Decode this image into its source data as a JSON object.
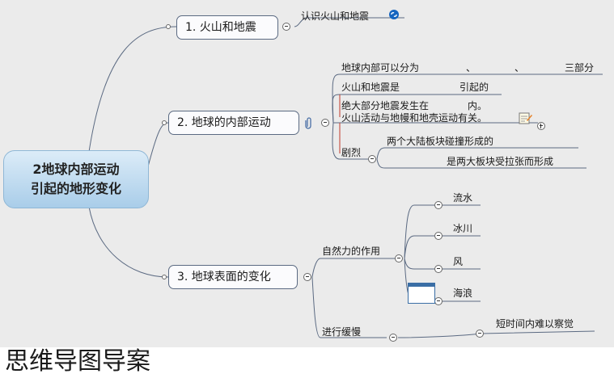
{
  "central": {
    "line1": "2地球内部运动",
    "line2": "引起的地形变化"
  },
  "topics": {
    "t1": "1. 火山和地震",
    "t2": "2. 地球的内部运动",
    "t3": "3. 地球表面的变化"
  },
  "branch1": {
    "child": "认识火山和地震"
  },
  "branch2": {
    "layers_prefix": "地球内部可以分为",
    "sep1": "、",
    "sep2": "、",
    "layers_suffix": "三部分",
    "cause_prefix": "火山和地震是",
    "cause_suffix": "引起的",
    "where_line1_prefix": "绝大部分地震发生在",
    "where_line1_suffix": "内。",
    "where_line2": "火山活动与地幔和地壳运动有关。",
    "drastic": "剧烈",
    "drastic_1": "两个大陆板块碰撞形成的",
    "drastic_2": "是两大板块受拉张而形成"
  },
  "branch3": {
    "natural": "自然力的作用",
    "forces": [
      "流水",
      "冰川",
      "风",
      "海浪"
    ],
    "slow": "进行缓慢",
    "slow_child": "短时间内难以察觉"
  },
  "caption": "思维导图导案",
  "colors": {
    "canvas": "#ebebeb",
    "accent_red": "#c0392b",
    "line": "#5b6a82",
    "link_icon": "#1565c0"
  },
  "icons": [
    "hyperlink-icon",
    "attachment-icon",
    "note-icon",
    "thumbnail-image-icon"
  ]
}
